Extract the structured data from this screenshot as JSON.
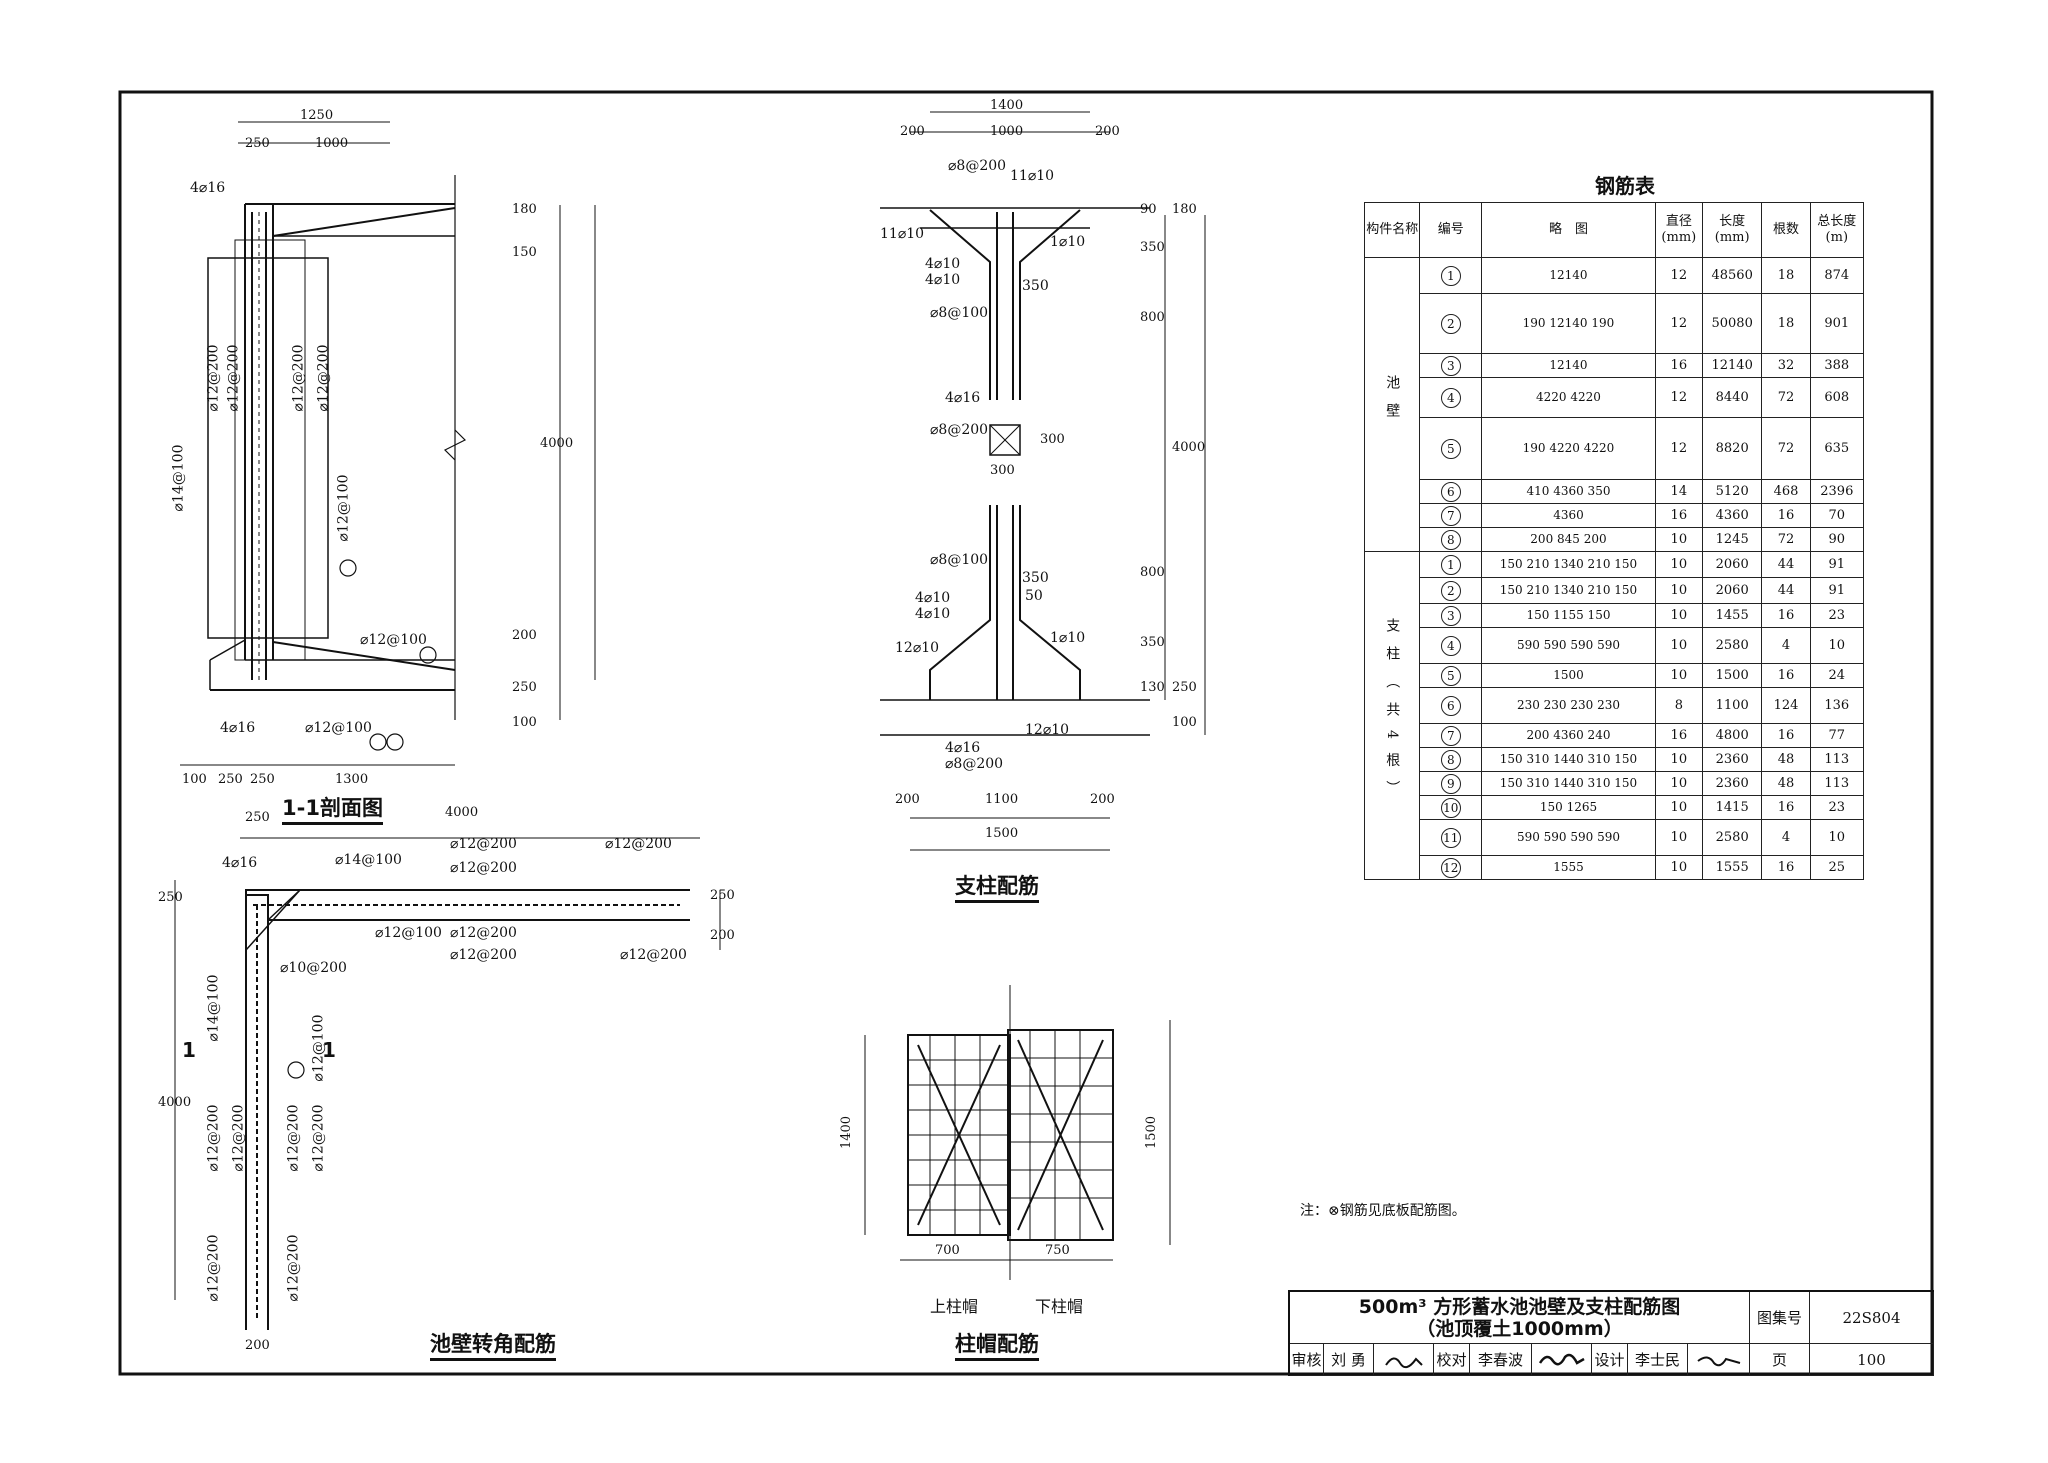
{
  "drawing": {
    "section_title": "1-1剖面图",
    "column_title": "支柱配筋",
    "corner_title": "池壁转角配筋",
    "cap_title": "柱帽配筋",
    "upper_cap": "上柱帽",
    "lower_cap": "下柱帽",
    "note": "注：⊗钢筋见底板配筋图。",
    "table_title": "钢筋表"
  },
  "section": {
    "dims_top": [
      "1250",
      "250",
      "1000"
    ],
    "dims_right": [
      "180",
      "150",
      "4000",
      "200",
      "250",
      "100"
    ],
    "dims_bottom": [
      "100",
      "250",
      "250",
      "1300"
    ],
    "labels": [
      "4⌀16",
      "⌀12@200",
      "⌀12@200",
      "⌀12@200",
      "⌀12@200",
      "⌀14@100",
      "⌀12@100",
      "⌀12@100",
      "⌀12@100",
      "4⌀16"
    ]
  },
  "column": {
    "dims_top": [
      "1400",
      "200",
      "1000",
      "200"
    ],
    "dims_right": [
      "180",
      "90",
      "350",
      "800",
      "4000",
      "800",
      "350",
      "130",
      "250",
      "100"
    ],
    "dims_bottom": [
      "200",
      "1100",
      "200",
      "1500"
    ],
    "labels": [
      "⌀8@200",
      "11⌀10",
      "11⌀10",
      "1⌀10",
      "4⌀10",
      "4⌀10",
      "350",
      "⌀8@100",
      "4⌀16",
      "⌀8@200",
      "300",
      "300",
      "⌀8@100",
      "350",
      "50",
      "4⌀10",
      "4⌀10",
      "12⌀10",
      "1⌀10",
      "12⌀10",
      "4⌀16",
      "⌀8@200"
    ]
  },
  "corner": {
    "dims": [
      "4000",
      "250",
      "250",
      "200",
      "4000",
      "250",
      "200"
    ],
    "labels": [
      "4⌀16",
      "⌀14@100",
      "⌀12@200",
      "⌀12@200",
      "⌀12@200",
      "⌀12@100",
      "⌀12@200",
      "⌀12@200",
      "⌀12@200",
      "⌀10@200",
      "⌀14@100",
      "⌀12@100",
      "⌀12@200",
      "⌀12@200",
      "⌀12@200",
      "⌀12@200",
      "⌀12@200",
      "⌀12@200"
    ],
    "section_mark": "1"
  },
  "cap": {
    "dims": [
      "1400",
      "1500",
      "700",
      "750"
    ]
  },
  "table": {
    "headers": [
      "构件名称",
      "编号",
      "略　图",
      "直径(mm)",
      "长度(mm)",
      "根数",
      "总长度(m)"
    ],
    "groups": [
      {
        "name": "池壁",
        "rows": [
          {
            "no": "1",
            "sketch": "12140",
            "d": "12",
            "len": "48560",
            "n": "18",
            "total": "874"
          },
          {
            "no": "2",
            "sketch": "190 12140 190",
            "d": "12",
            "len": "50080",
            "n": "18",
            "total": "901"
          },
          {
            "no": "3",
            "sketch": "12140",
            "d": "16",
            "len": "12140",
            "n": "32",
            "total": "388"
          },
          {
            "no": "4",
            "sketch": "4220 4220",
            "d": "12",
            "len": "8440",
            "n": "72",
            "total": "608"
          },
          {
            "no": "5",
            "sketch": "190 4220 4220",
            "d": "12",
            "len": "8820",
            "n": "72",
            "total": "635"
          },
          {
            "no": "6",
            "sketch": "410 4360 350",
            "d": "14",
            "len": "5120",
            "n": "468",
            "total": "2396"
          },
          {
            "no": "7",
            "sketch": "4360",
            "d": "16",
            "len": "4360",
            "n": "16",
            "total": "70"
          },
          {
            "no": "8",
            "sketch": "200 845 200",
            "d": "10",
            "len": "1245",
            "n": "72",
            "total": "90"
          }
        ]
      },
      {
        "name": "支柱（共4根）",
        "rows": [
          {
            "no": "1",
            "sketch": "150 210 1340 210 150",
            "d": "10",
            "len": "2060",
            "n": "44",
            "total": "91"
          },
          {
            "no": "2",
            "sketch": "150 210 1340 210 150",
            "d": "10",
            "len": "2060",
            "n": "44",
            "total": "91"
          },
          {
            "no": "3",
            "sketch": "150 1155 150",
            "d": "10",
            "len": "1455",
            "n": "16",
            "total": "23"
          },
          {
            "no": "4",
            "sketch": "590 590 590 590",
            "d": "10",
            "len": "2580",
            "n": "4",
            "total": "10"
          },
          {
            "no": "5",
            "sketch": "1500",
            "d": "10",
            "len": "1500",
            "n": "16",
            "total": "24"
          },
          {
            "no": "6",
            "sketch": "230 230 230 230",
            "d": "8",
            "len": "1100",
            "n": "124",
            "total": "136"
          },
          {
            "no": "7",
            "sketch": "200 4360 240",
            "d": "16",
            "len": "4800",
            "n": "16",
            "total": "77"
          },
          {
            "no": "8",
            "sketch": "150 310 1440 310 150",
            "d": "10",
            "len": "2360",
            "n": "48",
            "total": "113"
          },
          {
            "no": "9",
            "sketch": "150 310 1440 310 150",
            "d": "10",
            "len": "2360",
            "n": "48",
            "total": "113"
          },
          {
            "no": "10",
            "sketch": "150 1265",
            "d": "10",
            "len": "1415",
            "n": "16",
            "total": "23"
          },
          {
            "no": "11",
            "sketch": "590 590 590 590",
            "d": "10",
            "len": "2580",
            "n": "4",
            "total": "10"
          },
          {
            "no": "12",
            "sketch": "1555",
            "d": "10",
            "len": "1555",
            "n": "16",
            "total": "25"
          }
        ]
      }
    ]
  },
  "title_block": {
    "title_line1": "500m³ 方形蓄水池池壁及支柱配筋图",
    "title_line2": "（池顶覆土1000mm）",
    "atlas_label": "图集号",
    "atlas_no": "22S804",
    "page_label": "页",
    "page_no": "100",
    "review_label": "审核",
    "reviewer": "刘 勇",
    "check_label": "校对",
    "checker": "李春波",
    "design_label": "设计",
    "designer": "李士民"
  }
}
